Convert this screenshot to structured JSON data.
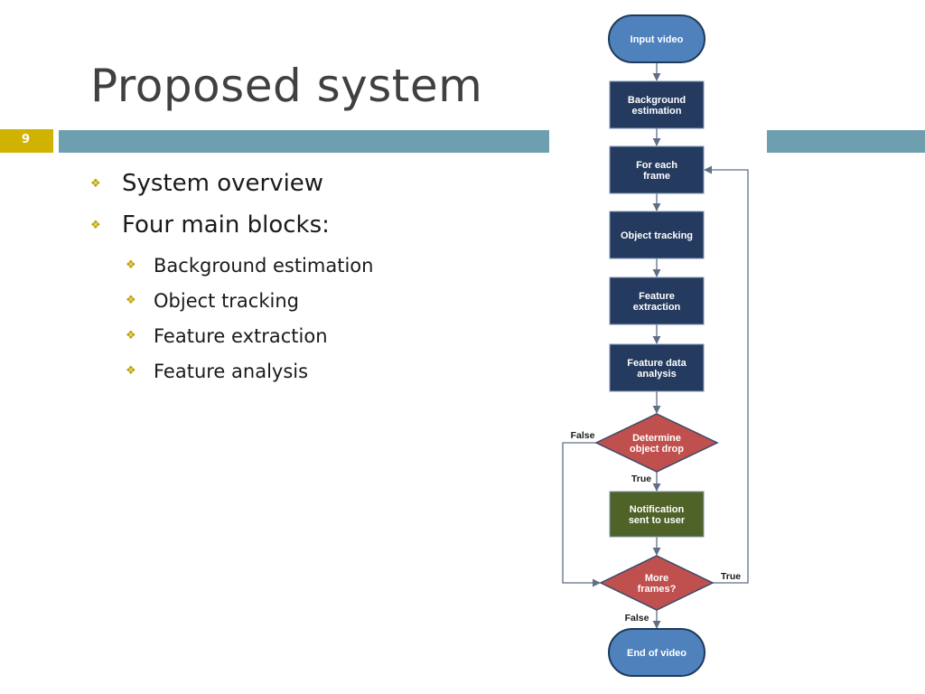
{
  "slide": {
    "title": "Proposed system",
    "number": "9"
  },
  "bullets": [
    {
      "text": "System overview",
      "level": 1
    },
    {
      "text": "Four main blocks:",
      "level": 1
    },
    {
      "text": "Background estimation",
      "level": 2
    },
    {
      "text": "Object tracking",
      "level": 2
    },
    {
      "text": "Feature extraction",
      "level": 2
    },
    {
      "text": "Feature analysis",
      "level": 2
    }
  ],
  "flowchart": {
    "nodes": {
      "input": [
        "Input video"
      ],
      "background": [
        "Background",
        "estimation"
      ],
      "each_frame": [
        "For each",
        "frame"
      ],
      "tracking": [
        "Object tracking"
      ],
      "extraction": [
        "Feature",
        "extraction"
      ],
      "analysis": [
        "Feature data",
        "analysis"
      ],
      "drop": [
        "Determine",
        "object drop"
      ],
      "notify": [
        "Notification",
        "sent to user"
      ],
      "more": [
        "More",
        "frames?"
      ],
      "end": [
        "End of video"
      ]
    },
    "edge_labels": {
      "drop_false": "False",
      "drop_true": "True",
      "more_true": "True",
      "more_false": "False"
    },
    "colors": {
      "terminal": "#4f81bd",
      "process": "#243a5e",
      "decision": "#c0504d",
      "notify": "#4f6228",
      "edge": "#5f6f86"
    }
  }
}
